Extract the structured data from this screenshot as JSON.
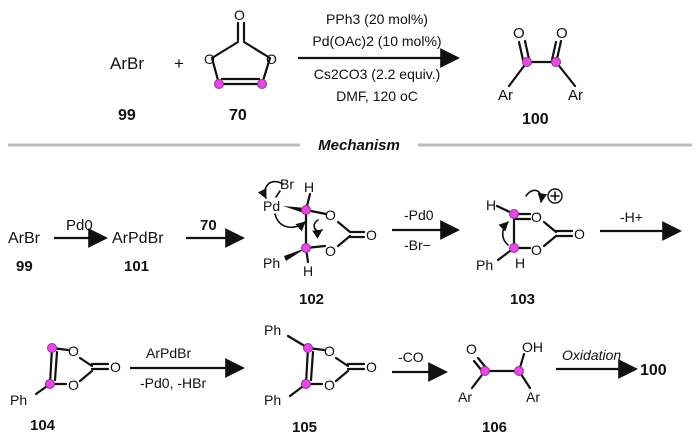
{
  "colors": {
    "highlight_dot": "#e24be0",
    "separator": "#bdbdbd",
    "ink": "#111111"
  },
  "reaction": {
    "reactant_1": "ArBr",
    "plus": "+",
    "compound_numbers": {
      "r1": "99",
      "r2": "70",
      "product": "100"
    },
    "conditions": [
      "PPh3 (20 mol%)",
      "Pd(OAc)2 (10 mol%)",
      "Cs2CO3 (2.2 equiv.)",
      "DMF, 120 oC"
    ],
    "product_ar_left": "Ar",
    "product_ar_right": "Ar"
  },
  "mechanism": {
    "title": "Mechanism",
    "step1": {
      "start": "ArBr",
      "start_no": "99",
      "reagent": "Pd0",
      "product": "ArPdBr",
      "product_no": "101"
    },
    "step2": {
      "reagent": "70",
      "intermediate_no": "102",
      "Pd": "Pd",
      "Br": "Br",
      "H_top": "H",
      "H_bottom": "H",
      "Ph": "Ph"
    },
    "step3": {
      "reagent_top": "-Pd0",
      "reagent_bottom": "-Br−",
      "intermediate_no": "103",
      "H": "H",
      "Ph": "Ph",
      "O_plus": "O"
    },
    "step4": {
      "reagent": "-H+",
      "intermediate_no": "104",
      "Ph": "Ph"
    },
    "step5": {
      "reagent_top": "ArPdBr",
      "reagent_bottom": "-Pd0, -HBr",
      "intermediate_no": "105",
      "Ph_top": "Ph",
      "Ph_bottom": "Ph"
    },
    "step6": {
      "reagent": "-CO",
      "intermediate_no": "106",
      "OH": "OH",
      "Ar_left": "Ar",
      "Ar_right": "Ar"
    },
    "step7": {
      "reagent": "Oxidation",
      "final_no": "100"
    }
  }
}
